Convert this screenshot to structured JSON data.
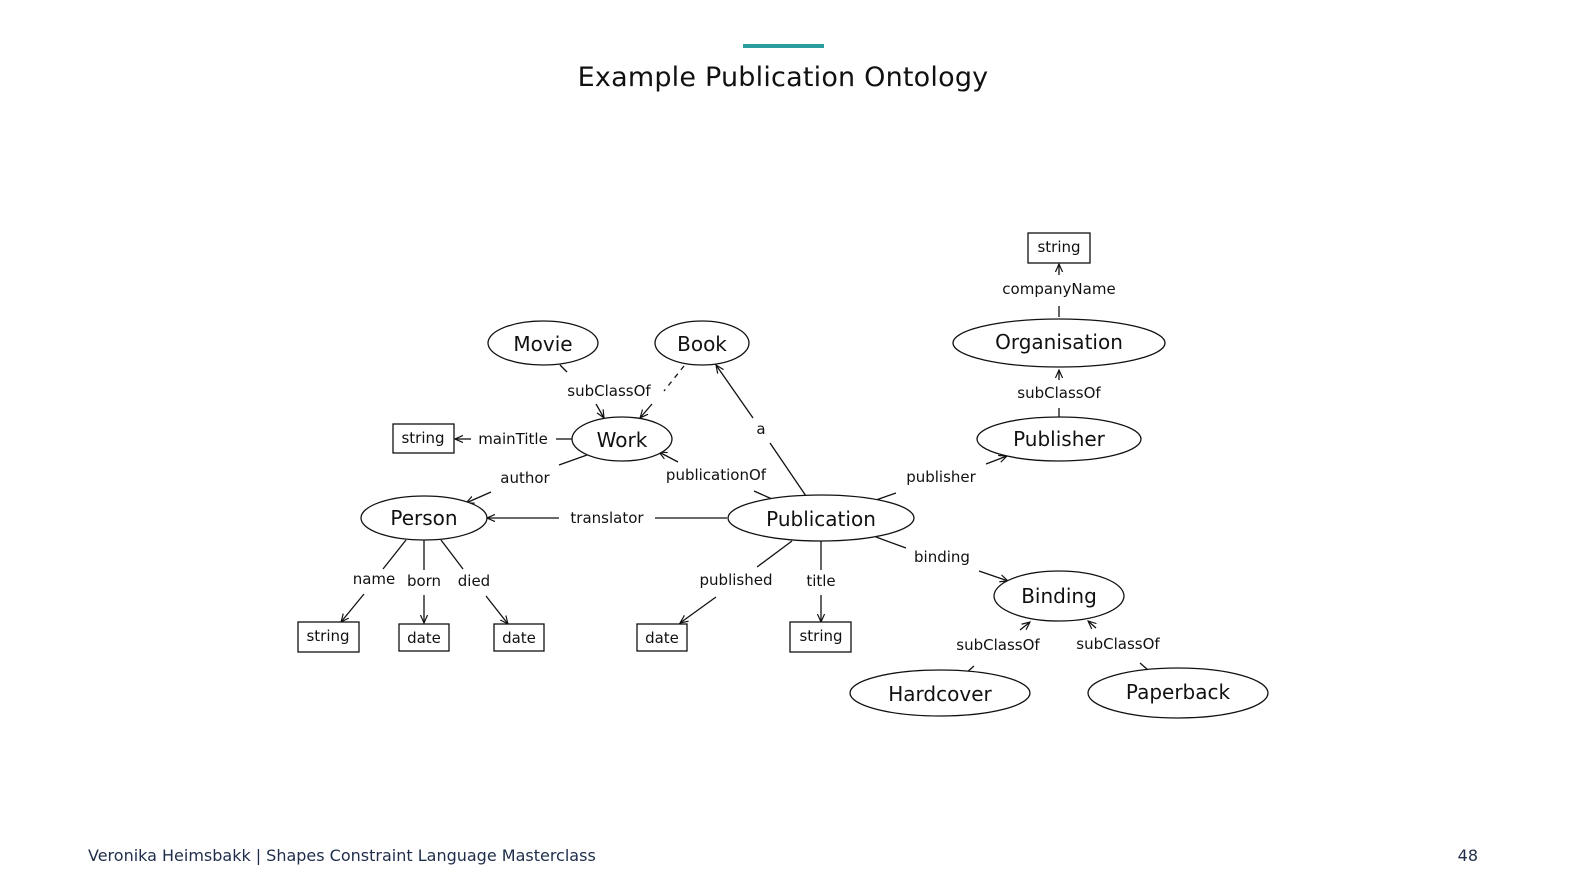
{
  "slide": {
    "title": "Example Publication Ontology",
    "page_number": "48"
  },
  "footer": {
    "author": "Veronika Heimsbakk",
    "separator": "|",
    "course": "Shapes Constraint Language Masterclass"
  },
  "colors": {
    "accent": "#2a9d9f",
    "footer_text": "#1f2d4a",
    "ink": "#111111"
  },
  "diagram": {
    "classes": {
      "movie": "Movie",
      "book": "Book",
      "work": "Work",
      "person": "Person",
      "publication": "Publication",
      "organisation": "Organisation",
      "publisher": "Publisher",
      "binding": "Binding",
      "hardcover": "Hardcover",
      "paperback": "Paperback"
    },
    "literals": {
      "company_string": "string",
      "maintitle_string": "string",
      "name_string": "string",
      "born_date": "date",
      "died_date": "date",
      "published_date": "date",
      "title_string": "string"
    },
    "properties": {
      "company_name": "companyName",
      "subclassof_work": "subClassOf",
      "subclassof_publisher": "subClassOf",
      "main_title": "mainTitle",
      "a": "a",
      "author": "author",
      "publication_of": "publicationOf",
      "publisher": "publisher",
      "translator": "translator",
      "binding": "binding",
      "name": "name",
      "born": "born",
      "died": "died",
      "published": "published",
      "title": "title",
      "subclassof_hardcover": "subClassOf",
      "subclassof_paperback": "subClassOf"
    }
  }
}
